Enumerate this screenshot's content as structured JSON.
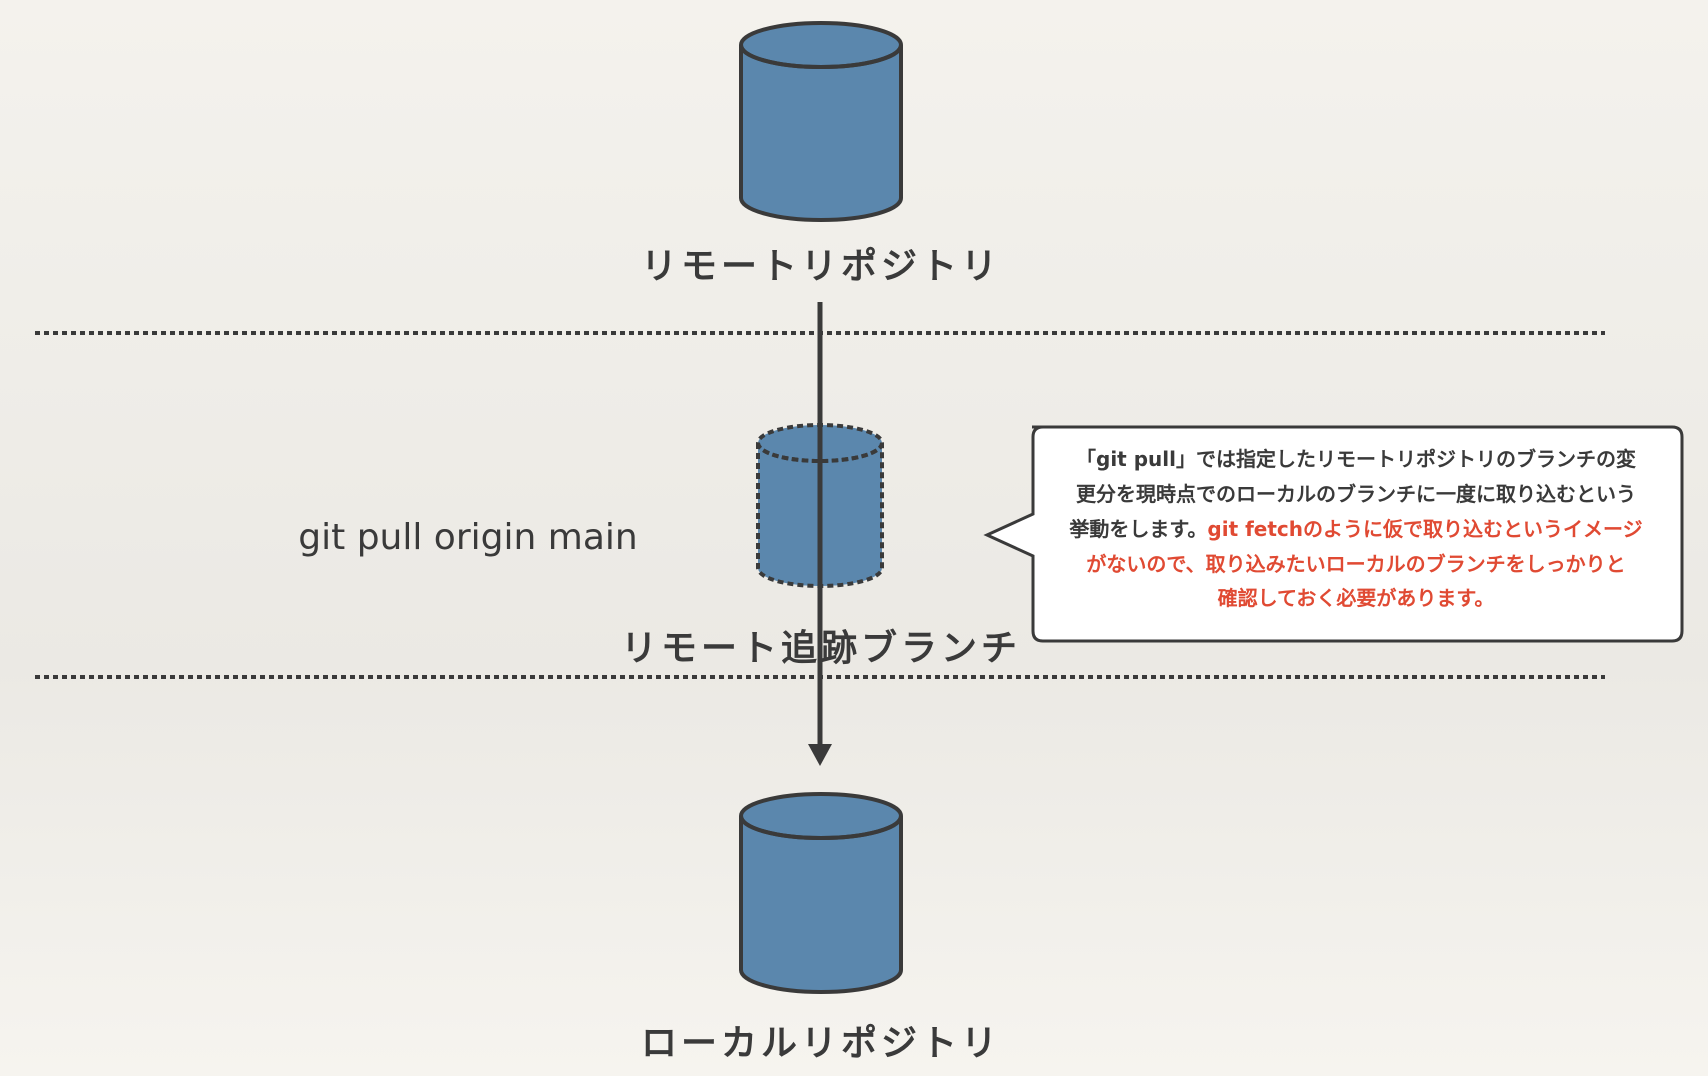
{
  "colors": {
    "background_top": "#f4f2ed",
    "background_mid": "#ebe9e4",
    "background_bottom": "#f6f4ef",
    "cylinder_fill": "#5b87ad",
    "cylinder_stroke": "#3a3a3a",
    "line": "#3a3a3a",
    "text": "#3a3a3a",
    "accent_text": "#e04a33",
    "callout_fill": "#ffffff"
  },
  "nodes": {
    "remote_repository": {
      "label": "リモートリポジトリ",
      "icon": "database-cylinder-icon"
    },
    "remote_tracking_branch": {
      "label": "リモート追跡ブランチ",
      "icon": "database-cylinder-dashed-icon"
    },
    "local_repository": {
      "label": "ローカルリポジトリ",
      "icon": "database-cylinder-icon"
    }
  },
  "command": "git pull origin main",
  "callout": {
    "line1": "「git pull」では指定したリモートリポジトリのブランチの変",
    "line2": "更分を現時点でのローカルのブランチに一度に取り込むという",
    "line3_normal": "挙動をします。",
    "line3_accent": "git fetchのように仮で取り込むというイメージ",
    "line4_accent": "がないので、取り込みたいローカルのブランチをしっかりと",
    "line5_accent": "確認しておく必要があります。"
  }
}
